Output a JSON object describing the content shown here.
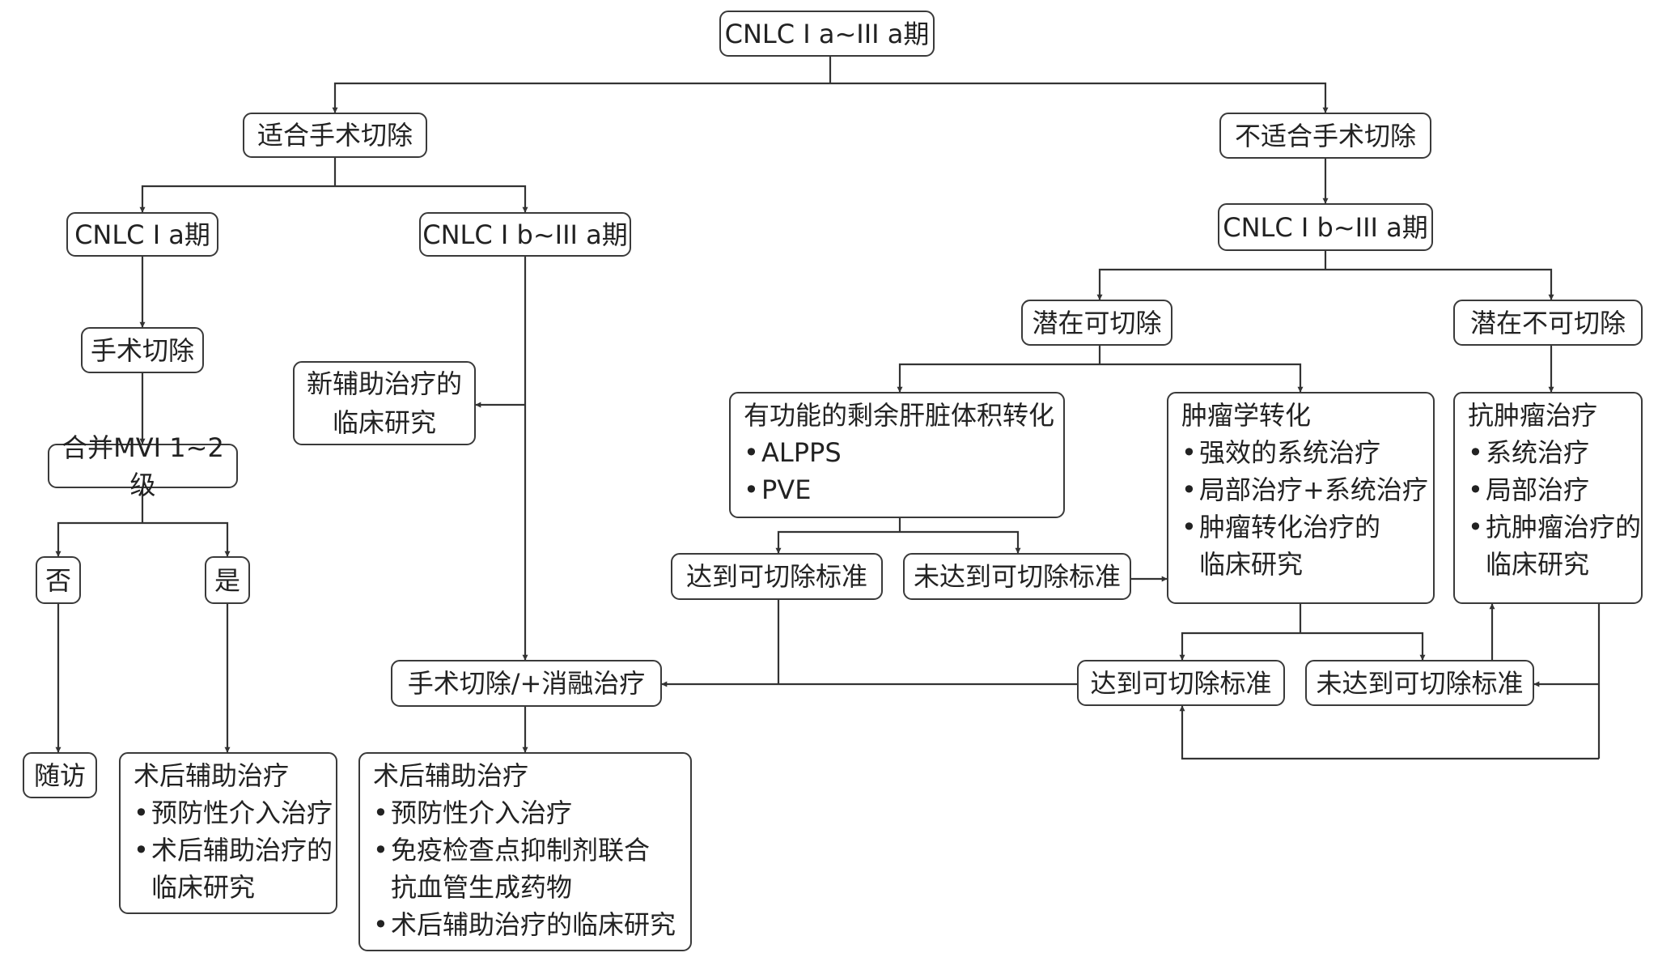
{
  "nodes": {
    "root": "CNLC I a~III a期",
    "suitable": "适合手术切除",
    "unsuitable": "不适合手术切除",
    "ia": "CNLC I a期",
    "ib_left": "CNLC I b~III a期",
    "ib_right": "CNLC I b~III a期",
    "surgery": "手术切除",
    "neoadj": [
      "新辅助治疗的",
      "临床研究"
    ],
    "mvi": "合并MVI 1~2级",
    "no": "否",
    "yes": "是",
    "followup": "随访",
    "post_left": {
      "title": "术后辅助治疗",
      "bullets": [
        [
          "预防性介入治疗"
        ],
        [
          "术后辅助治疗的",
          "临床研究"
        ]
      ]
    },
    "surg_ablate": "手术切除/+消融治疗",
    "post_mid": {
      "title": "术后辅助治疗",
      "bullets": [
        [
          "预防性介入治疗"
        ],
        [
          "免疫检查点抑制剂联合",
          "抗血管生成药物"
        ],
        [
          "术后辅助治疗的临床研究"
        ]
      ]
    },
    "pot_res": "潜在可切除",
    "pot_unres": "潜在不可切除",
    "flr": {
      "title": "有功能的剩余肝脏体积转化",
      "bullets": [
        [
          "ALPPS"
        ],
        [
          "PVE"
        ]
      ]
    },
    "onco": {
      "title": "肿瘤学转化",
      "bullets": [
        [
          "强效的系统治疗"
        ],
        [
          "局部治疗+系统治疗"
        ],
        [
          "肿瘤转化治疗的",
          "临床研究"
        ]
      ]
    },
    "antitumor": {
      "title": "抗肿瘤治疗",
      "bullets": [
        [
          "系统治疗"
        ],
        [
          "局部治疗"
        ],
        [
          "抗肿瘤治疗的",
          "临床研究"
        ]
      ]
    },
    "reach1": "达到可切除标准",
    "notreach1": "未达到可切除标准",
    "reach2": "达到可切除标准",
    "notreach2": "未达到可切除标准"
  }
}
